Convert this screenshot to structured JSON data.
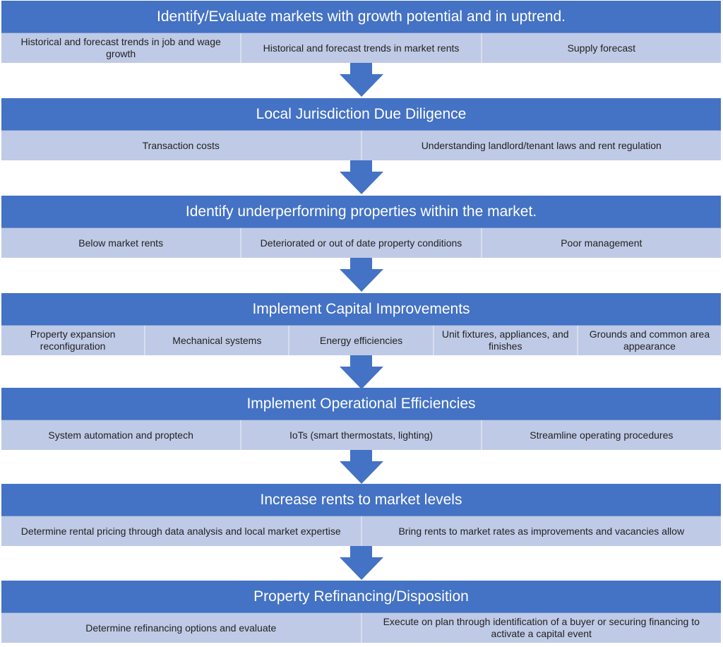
{
  "colors": {
    "header": "#4472C4",
    "cell": "#BFCAE6",
    "arrow": "#4472C4"
  },
  "steps": [
    {
      "title": "Identify/Evaluate markets with growth potential and in uptrend.",
      "items": [
        "Historical and forecast trends in job and wage growth",
        "Historical and forecast trends in market rents",
        "Supply forecast"
      ]
    },
    {
      "title": "Local Jurisdiction Due Diligence",
      "items": [
        "Transaction costs",
        "Understanding landlord/tenant laws and rent regulation"
      ]
    },
    {
      "title": "Identify underperforming properties within the market.",
      "items": [
        "Below market rents",
        "Deteriorated or out of date property conditions",
        "Poor management"
      ]
    },
    {
      "title": "Implement Capital Improvements",
      "items": [
        "Property expansion reconfiguration",
        "Mechanical systems",
        "Energy efficiencies",
        "Unit fixtures, appliances, and finishes",
        "Grounds and common area appearance"
      ]
    },
    {
      "title": "Implement Operational Efficiencies",
      "items": [
        "System automation and proptech",
        "IoTs (smart thermostats, lighting)",
        "Streamline operating procedures"
      ]
    },
    {
      "title": "Increase rents to market levels",
      "items": [
        "Determine rental pricing through data analysis and local market expertise",
        "Bring rents to market rates as improvements and vacancies allow"
      ]
    },
    {
      "title": "Property Refinancing/Disposition",
      "items": [
        "Determine refinancing options and evaluate",
        "Execute on plan through identification of a buyer or securing financing to activate a capital event"
      ]
    }
  ]
}
